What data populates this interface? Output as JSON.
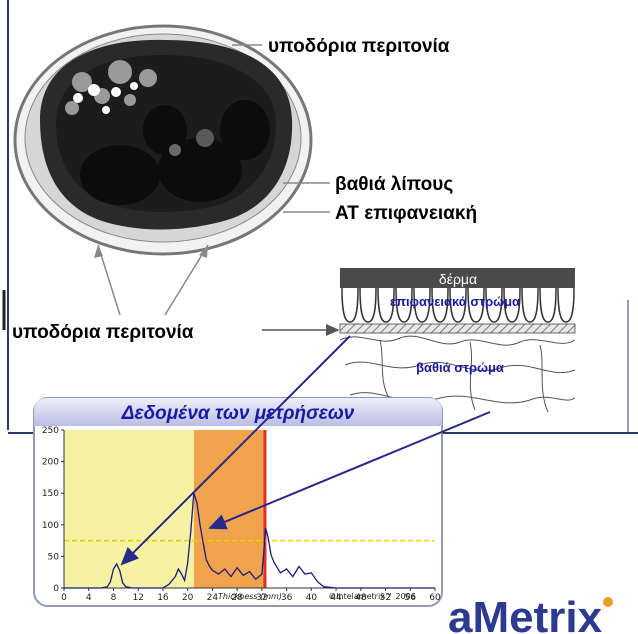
{
  "labels": {
    "top_fascia": "υποδόρια περιτονία",
    "deep_fat": "βαθιά λίπους",
    "at_surface": "AT επιφανειακή",
    "left_fascia": "υποδόρια περιτονία"
  },
  "skin_diagram": {
    "skin": "δέρμα",
    "surface_layer": "επιφανειακά στρώμα",
    "deep_layer": "βαθιά στρώμα"
  },
  "chart_data": {
    "type": "line",
    "title": "Δεδομένα των μετρήσεων",
    "xlabel": "Thickness (mm)",
    "ylabel": "",
    "xlim": [
      0,
      60
    ],
    "ylim": [
      0,
      250
    ],
    "x_ticks": [
      0,
      4,
      8,
      12,
      16,
      20,
      24,
      28,
      32,
      36,
      40,
      44,
      48,
      52,
      56,
      60
    ],
    "y_ticks": [
      0,
      50,
      100,
      150,
      200,
      250
    ],
    "threshold": 75,
    "regions": [
      {
        "from": 0,
        "to": 21,
        "color": "#f6f2a4"
      },
      {
        "from": 21,
        "to": 32.5,
        "color": "#f0a24c"
      },
      {
        "from": 32.5,
        "to": 60,
        "color": "#ffffff"
      }
    ],
    "series": [
      {
        "x": [
          0,
          2,
          4,
          6,
          7,
          7.5,
          8,
          8.5,
          9,
          9.5,
          10,
          11,
          12,
          14,
          16,
          17,
          18,
          18.5,
          19,
          19.5,
          20,
          20.5,
          21,
          21.5,
          22,
          22.5,
          23,
          23.5,
          24,
          25,
          26,
          27,
          28,
          29,
          30,
          31,
          32,
          32.3,
          32.6,
          33,
          33.5,
          34,
          34.5,
          35,
          36,
          37,
          38,
          39,
          40,
          41,
          42,
          44,
          48,
          52,
          56,
          60
        ],
        "y": [
          0,
          0,
          0,
          0,
          2,
          10,
          30,
          38,
          28,
          8,
          2,
          0,
          0,
          0,
          0,
          6,
          18,
          30,
          22,
          12,
          40,
          90,
          150,
          135,
          100,
          72,
          45,
          35,
          28,
          22,
          30,
          18,
          32,
          20,
          26,
          14,
          22,
          55,
          95,
          80,
          52,
          40,
          32,
          24,
          30,
          18,
          34,
          22,
          24,
          10,
          2,
          0,
          0,
          0,
          0,
          0
        ]
      }
    ],
    "copyright": "©Intelametrix™ 2006"
  },
  "colors": {
    "box_border": "#2b3a67",
    "title_bar_top": "#e4e4f4",
    "title_bar_bottom": "#b9bde3",
    "panel_border": "#8f9bb5",
    "threshold": "#e6d400",
    "red_line": "#e03028",
    "arrow_blue": "#26288a",
    "logo": "#2c3a8f",
    "logo_accent": "#e8a020"
  },
  "logo": {
    "text": "aMetrix"
  }
}
